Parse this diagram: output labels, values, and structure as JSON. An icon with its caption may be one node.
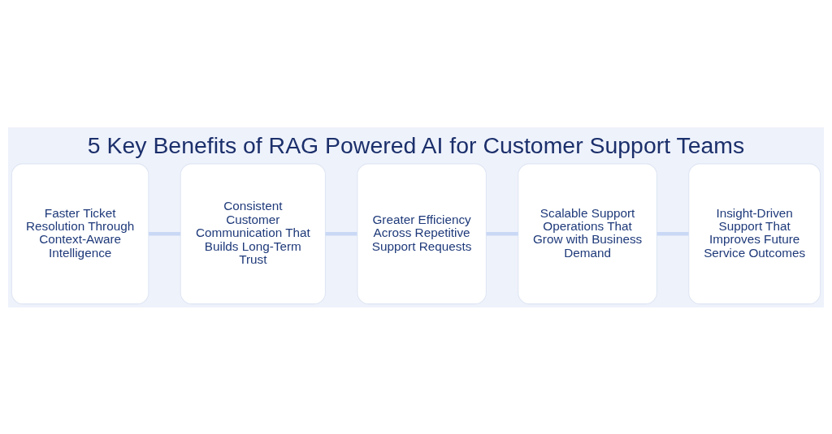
{
  "diagram": {
    "title": "5 Key Benefits of RAG Powered AI for Customer Support Teams",
    "nodes": [
      {
        "text": [
          "Faster Ticket Resolution Through Context-Aware Intelligence"
        ]
      },
      {
        "text": [
          "Consistent Customer Communication That Builds Long-Term Trust"
        ]
      },
      {
        "text": [
          "Greater Efficiency Across Repetitive Support Requests"
        ]
      },
      {
        "text": [
          "Scalable Support Operations That Grow with Business Demand"
        ]
      },
      {
        "text": [
          "Insight-Driven Support That Improves Future Service Outcomes"
        ]
      }
    ],
    "edges": [
      {
        "from": 0,
        "to": 1,
        "arrow": "none"
      },
      {
        "from": 1,
        "to": 2,
        "arrow": "none"
      },
      {
        "from": 2,
        "to": 3,
        "arrow": "none"
      },
      {
        "from": 3,
        "to": 4,
        "arrow": "none"
      }
    ]
  }
}
